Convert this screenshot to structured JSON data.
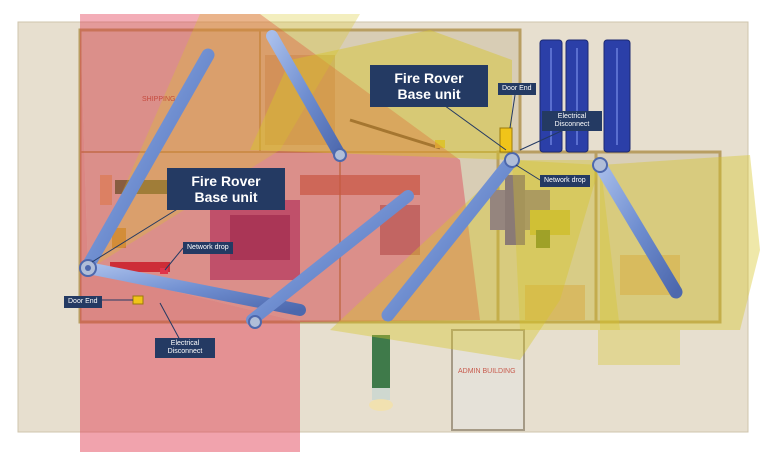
{
  "labels": {
    "base_unit_left": {
      "line1": "Fire Rover",
      "line2": "Base unit"
    },
    "base_unit_right": {
      "line1": "Fire Rover",
      "line2": "Base unit"
    },
    "door_end_left": "Door End",
    "door_end_right": "Door End",
    "network_drop_left": "Network drop",
    "network_drop_right": "Network drop",
    "electrical_disconnect_left": {
      "line1": "Electrical",
      "line2": "Disconnect"
    },
    "electrical_disconnect_right": {
      "line1": "Electrical",
      "line2": "Disconnect"
    }
  },
  "floor_text": {
    "shipping": "SHIPPING",
    "admin_building": "ADMIN BUILDING"
  },
  "colors": {
    "red_zone": "#e0334a",
    "yellow_zone": "#d8c628",
    "arm_blue": "#6f8ed0",
    "label_navy": "#243a63",
    "floor": "#ddd3c0",
    "wall": "#c9b37a",
    "container_blue": "#2b3fa8"
  }
}
